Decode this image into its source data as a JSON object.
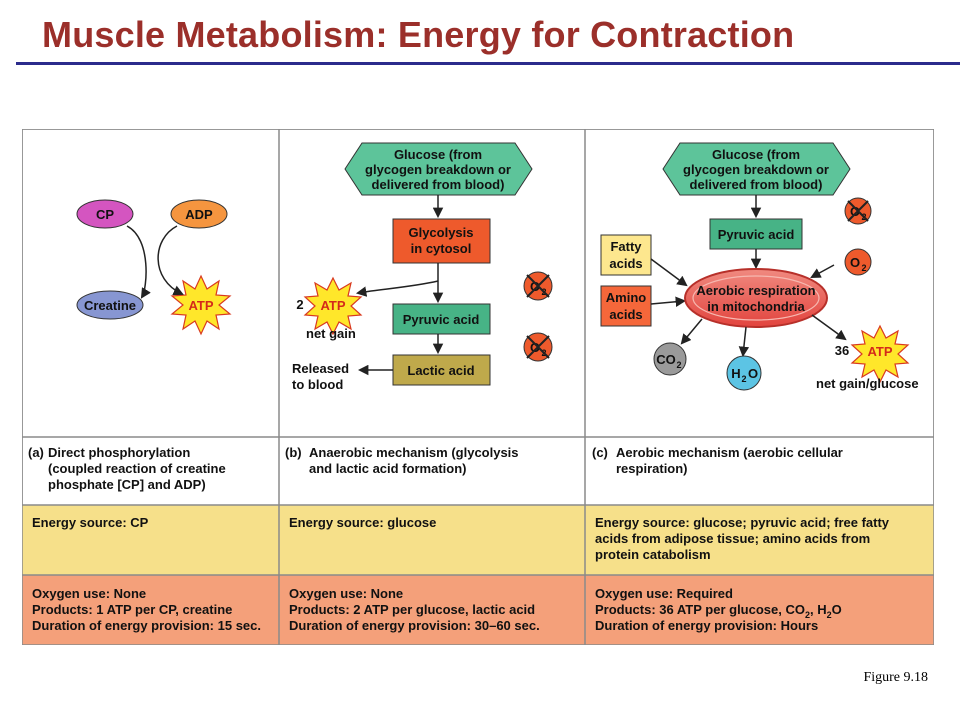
{
  "title": "Muscle Metabolism: Energy for Contraction",
  "figure_label": "Figure 9.18",
  "colors": {
    "title": "#9b2f2a",
    "rule": "#2b2b8c",
    "energy_band": "#f6e08a",
    "oxygen_band": "#f4a07a",
    "glucose_hex": "#5dc49a",
    "process_box": "#ee5a2c",
    "pyruvic_box": "#47b386",
    "lactic_box": "#bfa94b",
    "atp_burst": "#ffe72a",
    "fatty_box": "#fde78e",
    "amino_box": "#f5673a"
  },
  "panel_a": {
    "cp": "CP",
    "adp": "ADP",
    "creatine": "Creatine",
    "atp": "ATP",
    "caption_letter": "(a)",
    "caption_line1": "Direct phosphorylation",
    "caption_line2": "(coupled reaction of creatine",
    "caption_line3": "phosphate [CP] and ADP)",
    "energy": "Energy source: CP",
    "oxygen": "Oxygen use: None",
    "products": "Products: 1 ATP per CP, creatine",
    "duration": "Duration of energy provision: 15 sec."
  },
  "panel_b": {
    "glucose_line1": "Glucose (from",
    "glucose_line2": "glycogen breakdown or",
    "glucose_line3": "delivered from blood)",
    "glycolysis_line1": "Glycolysis",
    "glycolysis_line2": "in cytosol",
    "atp_count": "2",
    "atp": "ATP",
    "net_gain": "net gain",
    "pyruvic": "Pyruvic acid",
    "lactic": "Lactic acid",
    "released_line1": "Released",
    "released_line2": "to blood",
    "o2": "O",
    "o2_sub": "2",
    "caption_letter": "(b)",
    "caption_line1": "Anaerobic mechanism (glycolysis",
    "caption_line2": "and lactic acid formation)",
    "energy": "Energy source: glucose",
    "oxygen": "Oxygen use: None",
    "products": "Products: 2 ATP per glucose, lactic acid",
    "duration": "Duration of energy provision: 30–60 sec."
  },
  "panel_c": {
    "glucose_line1": "Glucose (from",
    "glucose_line2": "glycogen breakdown or",
    "glucose_line3": "delivered from blood)",
    "pyruvic": "Pyruvic acid",
    "fatty_line1": "Fatty",
    "fatty_line2": "acids",
    "amino_line1": "Amino",
    "amino_line2": "acids",
    "aerobic_line1": "Aerobic respiration",
    "aerobic_line2": "in mitochondria",
    "o2": "O",
    "o2_sub": "2",
    "co2": "CO",
    "co2_sub": "2",
    "h2o_h": "H",
    "h2o_sub": "2",
    "h2o_o": "O",
    "atp_count": "36",
    "atp": "ATP",
    "net_gain": "net gain/glucose",
    "caption_letter": "(c)",
    "caption_line1": "Aerobic mechanism (aerobic cellular",
    "caption_line2": "respiration)",
    "energy_line1": "Energy source: glucose; pyruvic acid; free fatty",
    "energy_line2": "acids from adipose tissue; amino acids from",
    "energy_line3": "protein catabolism",
    "oxygen": "Oxygen use: Required",
    "products_pre": "Products: 36 ATP per glucose, CO",
    "products_sub1": "2",
    "products_mid": ", H",
    "products_sub2": "2",
    "products_post": "O",
    "duration": "Duration of energy provision: Hours"
  }
}
